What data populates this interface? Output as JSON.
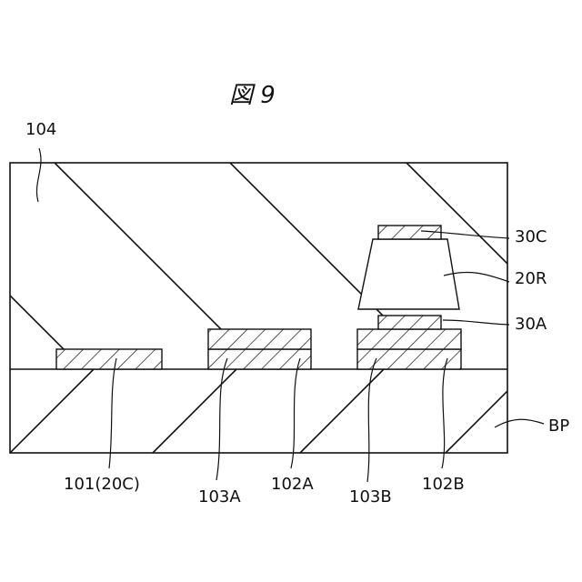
{
  "figure": {
    "title": "図 9"
  },
  "labels": {
    "l104": "104",
    "l30c": "30C",
    "l20r": "20R",
    "l30a": "30A",
    "lbp": "BP",
    "l101": "101(20C)",
    "l103a": "103A",
    "l102a": "102A",
    "l103b": "103B",
    "l102b": "102B"
  },
  "colors": {
    "ink": "#111111",
    "background": "#ffffff"
  }
}
